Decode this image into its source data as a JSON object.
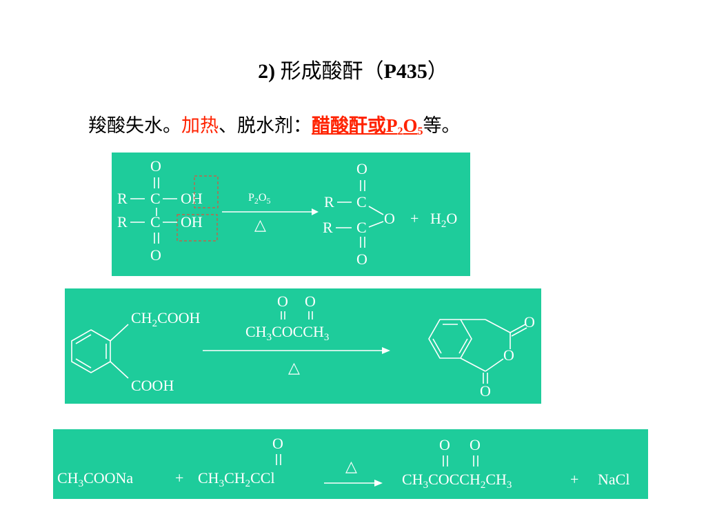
{
  "title": {
    "num": "2)",
    "text": "形成酸酐（",
    "ref": "P435",
    "close": "）"
  },
  "subtitle": {
    "part1": "羧酸失水。",
    "heat": "加热",
    "part2": "、脱水剂：",
    "reagent_cn": "醋酸酐或",
    "reagent_p": "P",
    "reagent_p_sub": "2",
    "reagent_o": "O",
    "reagent_o_sub": "5",
    "part3": "等。"
  },
  "reaction1": {
    "R": "R",
    "C": "C",
    "O": "O",
    "OH": "OH",
    "reagent": {
      "P": "P",
      "sub2": "2",
      "O": "O",
      "sub5": "5"
    },
    "heat": "△",
    "plus": "+",
    "water": {
      "H": "H",
      "sub2": "2",
      "O": "O"
    }
  },
  "reaction2": {
    "substituent_top": {
      "CH": "CH",
      "sub2": "2",
      "rest": "COOH"
    },
    "substituent_bottom": "COOH",
    "reagent_O": "O",
    "reagent": {
      "CH": "CH",
      "sub3a": "3",
      "mid": "COCCH",
      "sub3b": "3"
    },
    "heat": "△",
    "O": "O"
  },
  "reaction3": {
    "reactant1": {
      "CH": "CH",
      "sub3": "3",
      "rest": "COONa"
    },
    "plus": "+",
    "reactant2": {
      "CH": "CH",
      "sub3": "3",
      "CH2": "CH",
      "sub2": "2",
      "rest": "CCl"
    },
    "O": "O",
    "heat": "△",
    "product": {
      "CH": "CH",
      "sub3a": "3",
      "mid": "COCCH",
      "sub2": "2",
      "CH3": "CH",
      "sub3b": "3"
    },
    "byproduct": "NaCl"
  },
  "colors": {
    "panel": "#1ecc9b",
    "highlight": "#ff2200",
    "dashed_box": "#e0503a",
    "text_on_panel": "#ffffff"
  }
}
